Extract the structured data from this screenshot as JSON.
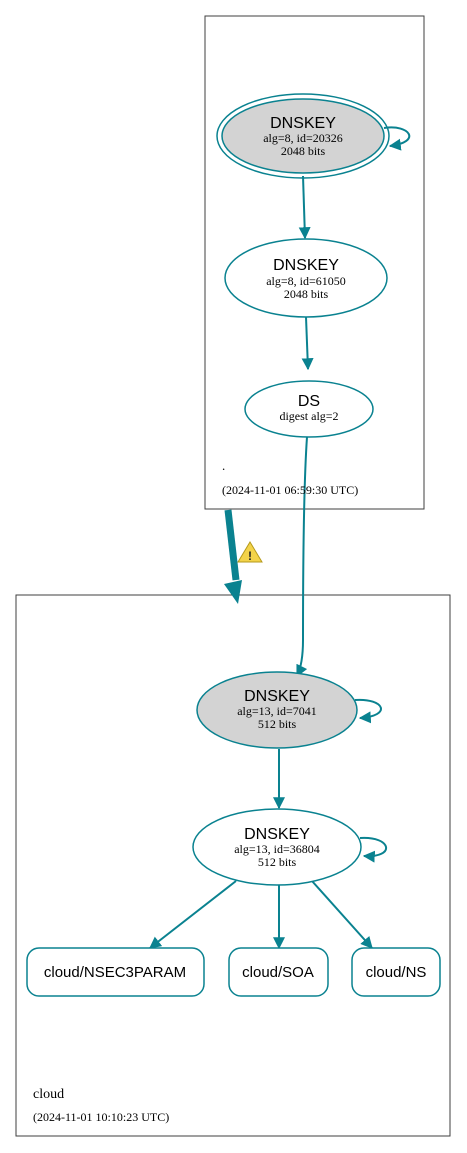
{
  "colors": {
    "edge": "#0a8290",
    "box_border": "#3f3f3f",
    "sep_fill": "#d3d3d3",
    "warning_fill": "#f3d34a",
    "warning_stroke": "#b59a1b"
  },
  "zones": {
    "root": {
      "name": ".",
      "timestamp": "(2024-11-01 06:59:30 UTC)"
    },
    "cloud": {
      "name": "cloud",
      "timestamp": "(2024-11-01 10:10:23 UTC)"
    }
  },
  "nodes": {
    "root_ksk": {
      "type": "DNSKEY",
      "line1": "alg=8, id=20326",
      "line2": "2048 bits"
    },
    "root_zsk": {
      "type": "DNSKEY",
      "line1": "alg=8, id=61050",
      "line2": "2048 bits"
    },
    "root_ds": {
      "type": "DS",
      "line1": "digest alg=2"
    },
    "cloud_ksk": {
      "type": "DNSKEY",
      "line1": "alg=13, id=7041",
      "line2": "512 bits"
    },
    "cloud_zsk": {
      "type": "DNSKEY",
      "line1": "alg=13, id=36804",
      "line2": "512 bits"
    },
    "rr_nsec3param": {
      "label": "cloud/NSEC3PARAM"
    },
    "rr_soa": {
      "label": "cloud/SOA"
    },
    "rr_ns": {
      "label": "cloud/NS"
    }
  },
  "warning": {
    "icon": "warning-triangle-icon",
    "symbol": "!"
  }
}
